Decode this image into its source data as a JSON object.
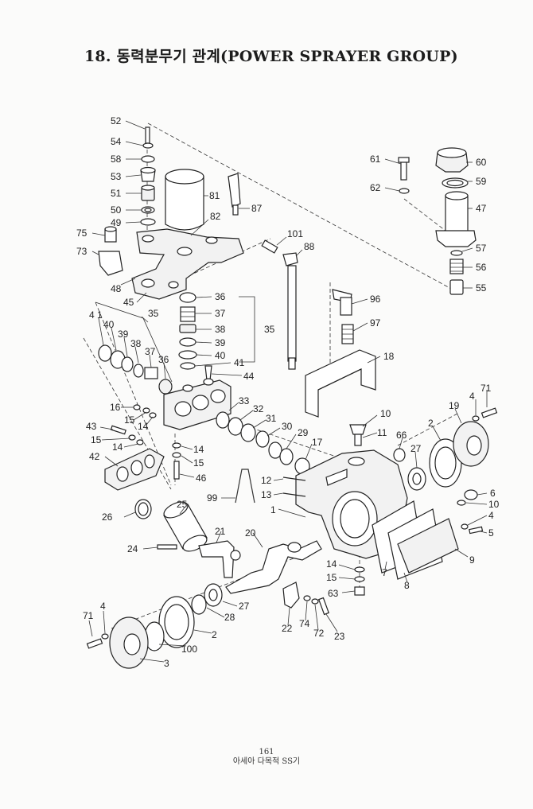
{
  "title": "18. 동력분무기 관계(POWER SPRAYER GROUP)",
  "page_number": "161",
  "footer_text": "아세아 다목적 SS기",
  "callouts": {
    "c52": "52",
    "c54": "54",
    "c58": "58",
    "c53": "53",
    "c51": "51",
    "c50": "50",
    "c49": "49",
    "c81": "81",
    "c82": "82",
    "c87": "87",
    "c75": "75",
    "c73": "73",
    "c48": "48",
    "c45": "45",
    "c101": "101",
    "c88": "88",
    "c61": "61",
    "c62": "62",
    "c60": "60",
    "c59": "59",
    "c47": "47",
    "c57": "57",
    "c56": "56",
    "c55": "55",
    "c96": "96",
    "c97": "97",
    "c18": "18",
    "c36": "36",
    "c37": "37",
    "c38": "38",
    "c39": "39",
    "c40": "40",
    "c41": "41",
    "c44": "44",
    "c35r": "35",
    "c35l": "35",
    "c41l": "4 1",
    "c40l": "40",
    "c39l": "39",
    "c38l": "38",
    "c37l": "37",
    "c36l": "36",
    "c16": "16",
    "c15a": "15",
    "c14a": "14",
    "c43": "43",
    "c15b": "15",
    "c14b": "14",
    "c42": "42",
    "c14c": "14",
    "c15c": "15",
    "c46": "46",
    "c33": "33",
    "c32": "32",
    "c31": "31",
    "c30": "30",
    "c29": "29",
    "c17": "17",
    "c10a": "10",
    "c11": "11",
    "c66": "66",
    "c27a": "27",
    "c2a": "2",
    "c19": "19",
    "c4a": "4",
    "c71a": "71",
    "c12": "12",
    "c13": "13",
    "c1": "1",
    "c99": "99",
    "c6": "6",
    "c10b": "10",
    "c4b": "4",
    "c5": "5",
    "c9": "9",
    "c8": "8",
    "c7": "7",
    "c26": "26",
    "c25": "25",
    "c24": "24",
    "c21": "21",
    "c20": "20",
    "c14d": "14",
    "c15d": "15",
    "c63": "63",
    "c27b": "27",
    "c28": "28",
    "c22": "22",
    "c74": "74",
    "c72": "72",
    "c23": "23",
    "c71b": "71",
    "c4c": "4",
    "c2b": "2",
    "c100": "100",
    "c3": "3"
  }
}
